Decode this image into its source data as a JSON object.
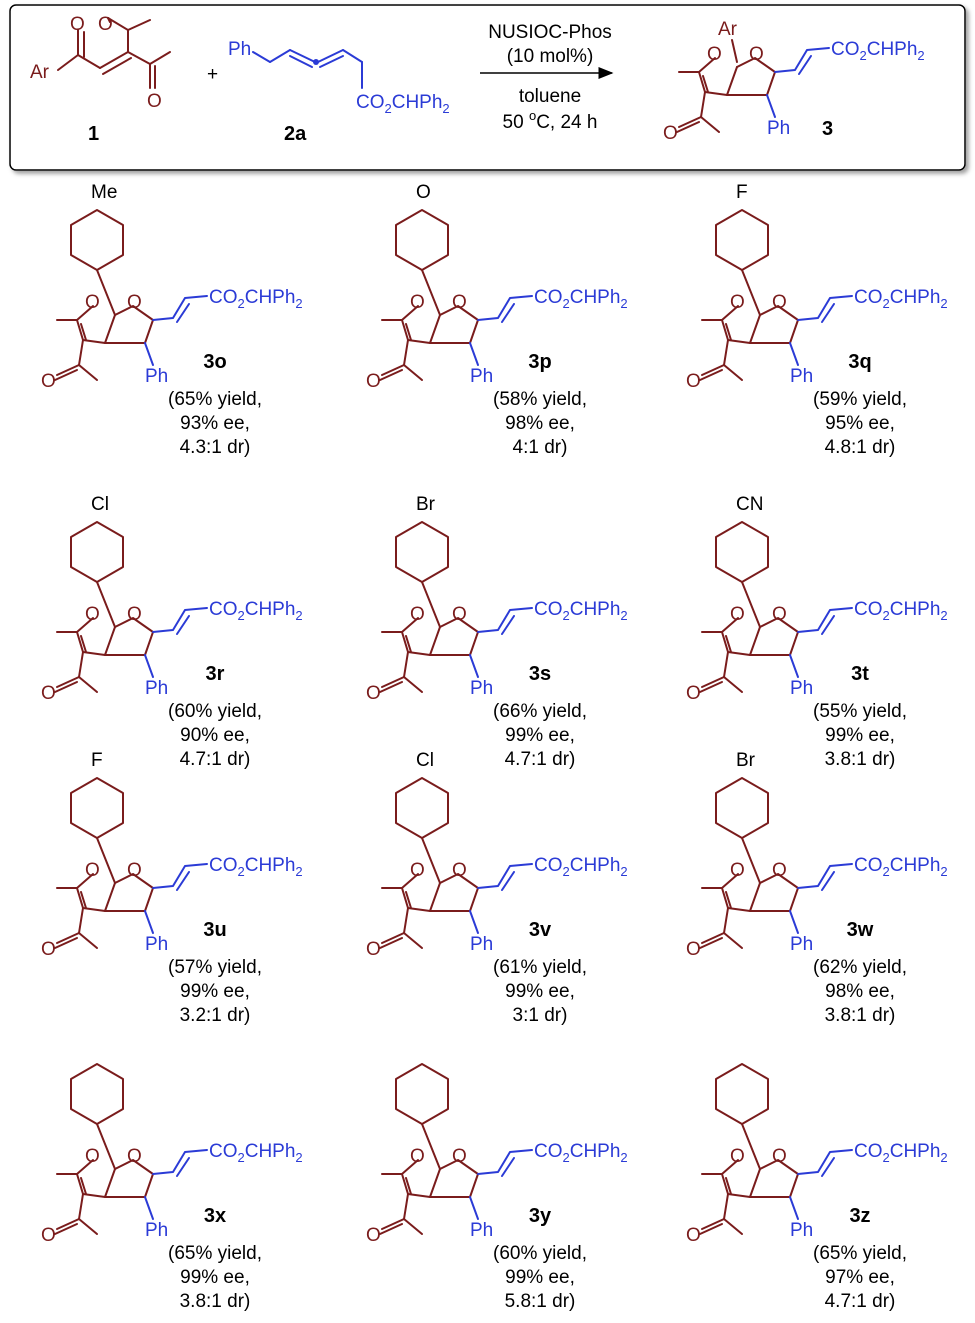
{
  "scheme": {
    "reactant1_label": "1",
    "reactant1_ar": "Ar",
    "plus": "+",
    "reactant2_label": "2a",
    "reactant2_ph": "Ph",
    "ester_prefix": "CO",
    "ester_sub": "2",
    "ester_mid": "CHPh",
    "ester_sub2": "2",
    "catalyst": "NUSIOC-Phos",
    "loading": "(10 mol%)",
    "solvent": "toluene",
    "conditions_prefix": "50 ",
    "conditions_sup": "o",
    "conditions_suffix": "C, 24 h",
    "product_label": "3",
    "product_ar": "Ar",
    "product_ph": "Ph",
    "o": "O"
  },
  "products": [
    {
      "id": "3o",
      "sub": "Me",
      "yield": "(65% yield,",
      "ee": "93% ee,",
      "dr": "4.3:1 dr)"
    },
    {
      "id": "3p",
      "sub": "O",
      "yield": "(58% yield,",
      "ee": "98% ee,",
      "dr": "4:1 dr)"
    },
    {
      "id": "3q",
      "sub": "F",
      "yield": "(59% yield,",
      "ee": "95% ee,",
      "dr": "4.8:1 dr)"
    },
    {
      "id": "3r",
      "sub": "Cl",
      "yield": "(60% yield,",
      "ee": "90% ee,",
      "dr": "4.7:1 dr)"
    },
    {
      "id": "3s",
      "sub": "Br",
      "yield": "(66% yield,",
      "ee": "99% ee,",
      "dr": "4.7:1 dr)"
    },
    {
      "id": "3t",
      "sub": "CN",
      "yield": "(55% yield,",
      "ee": "99% ee,",
      "dr": "3.8:1 dr)"
    },
    {
      "id": "3u",
      "sub": "F",
      "yield": "(57% yield,",
      "ee": "99% ee,",
      "dr": "3.2:1 dr)"
    },
    {
      "id": "3v",
      "sub": "Cl",
      "yield": "(61% yield,",
      "ee": "99% ee,",
      "dr": "3:1 dr)"
    },
    {
      "id": "3w",
      "sub": "Br",
      "yield": "(62% yield,",
      "ee": "98% ee,",
      "dr": "3.8:1 dr)"
    },
    {
      "id": "3x",
      "sub": "",
      "yield": "(65% yield,",
      "ee": "99% ee,",
      "dr": "3.8:1 dr)"
    },
    {
      "id": "3y",
      "sub": "",
      "yield": "(60% yield,",
      "ee": "99% ee,",
      "dr": "5.8:1 dr)"
    },
    {
      "id": "3z",
      "sub": "",
      "yield": "(65% yield,",
      "ee": "97% ee,",
      "dr": "4.7:1 dr)"
    }
  ],
  "colors": {
    "core": "#7a1c1c",
    "ester": "#2b3bd6",
    "text": "#000000"
  }
}
